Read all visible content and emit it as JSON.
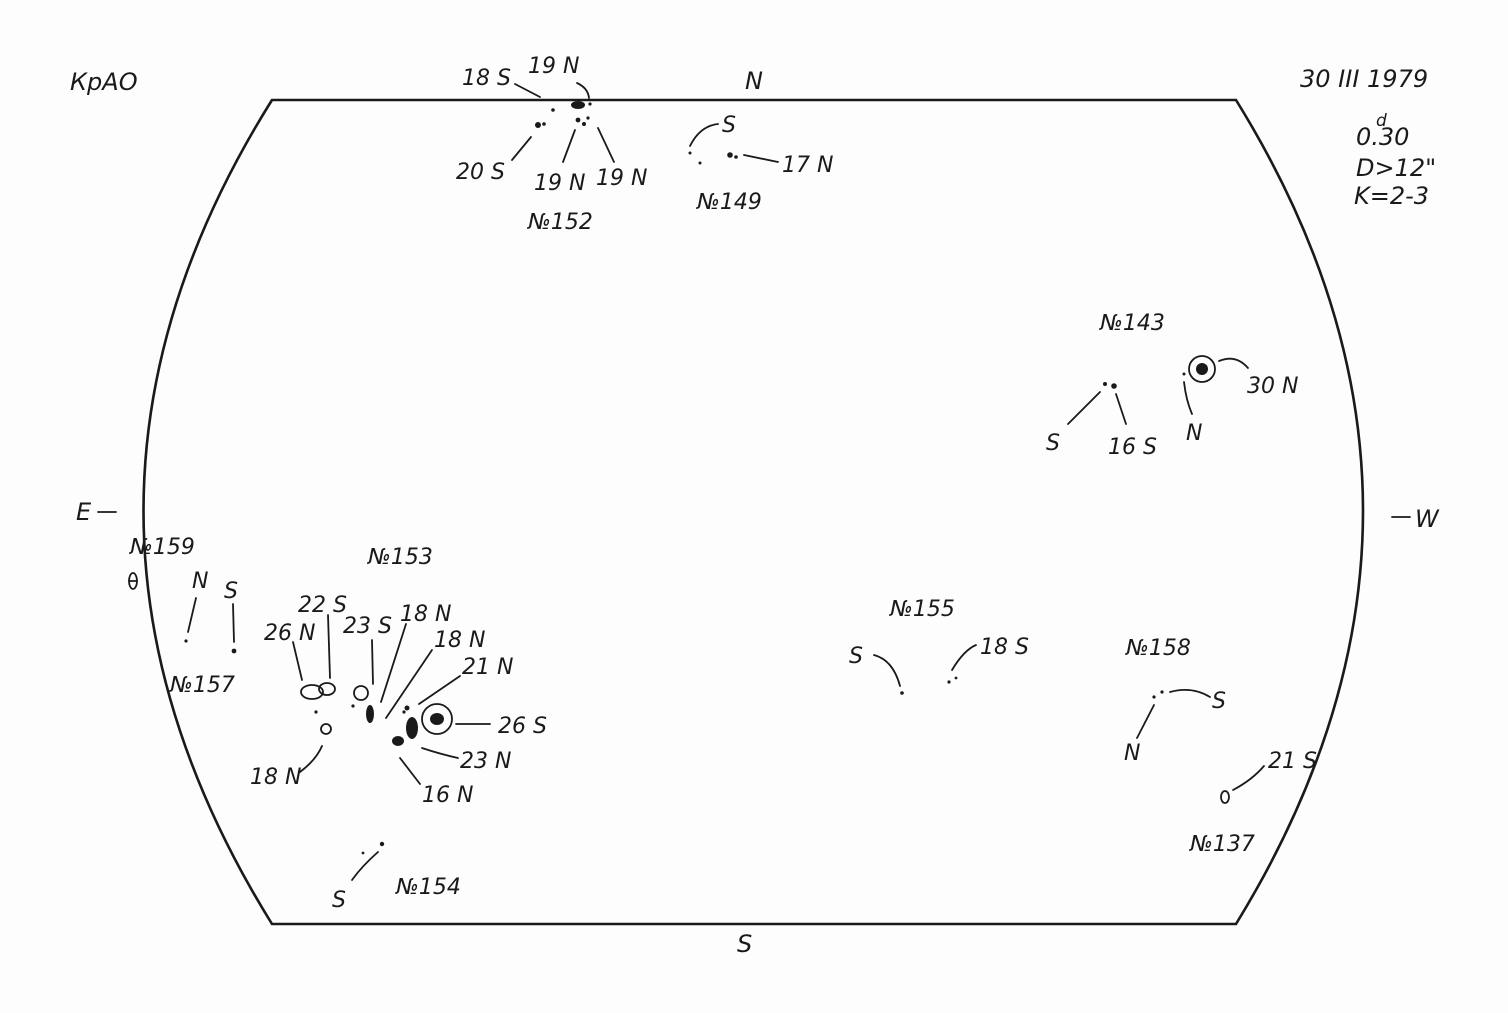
{
  "header": {
    "observatory": "КрАО",
    "date": "30 III 1979",
    "time": "0.30",
    "time_unit": "d",
    "diameter": "D>12\"",
    "k_value": "K=2-3"
  },
  "directions": {
    "north": "N",
    "south": "S",
    "east": "E",
    "west": "W"
  },
  "groups": {
    "g152": {
      "number": "№152",
      "labels": [
        "18 S",
        "19 N",
        "20 S",
        "19 N",
        "19 N"
      ]
    },
    "g149": {
      "number": "№149",
      "labels": [
        "S",
        "17 N"
      ]
    },
    "g143": {
      "number": "№143",
      "labels": [
        "30 N",
        "S",
        "16 S",
        "N"
      ]
    },
    "g159": {
      "number": "№159"
    },
    "g157": {
      "number": "№157",
      "labels": [
        "N",
        "S"
      ]
    },
    "g153": {
      "number": "№153",
      "labels": [
        "22 S",
        "26 N",
        "23 S",
        "18 N",
        "18 N",
        "21 N",
        "26 S",
        "23 N",
        "16 N",
        "18 N"
      ]
    },
    "g155": {
      "number": "№155",
      "labels": [
        "S",
        "18 S"
      ]
    },
    "g158": {
      "number": "№158",
      "labels": [
        "S",
        "N"
      ]
    },
    "g137": {
      "number": "№137",
      "labels": [
        "21 S"
      ]
    },
    "g154": {
      "number": "№154",
      "labels": [
        "S"
      ]
    }
  }
}
